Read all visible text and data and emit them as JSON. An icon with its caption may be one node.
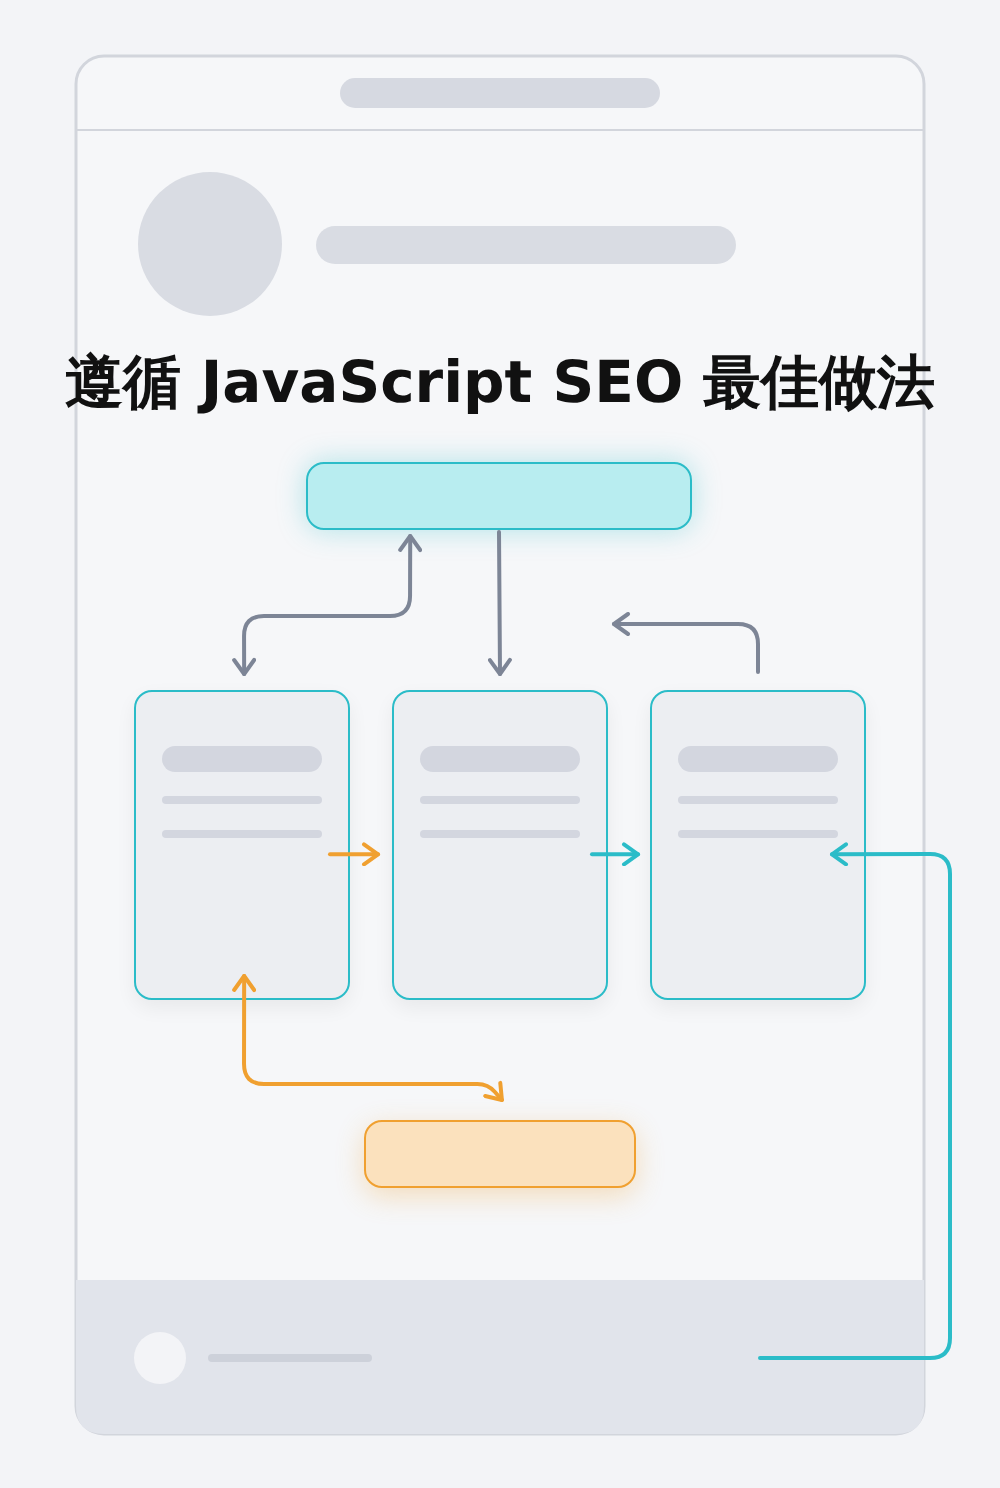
{
  "diagram": {
    "title": "遵循 JavaScript SEO 最佳做法",
    "nodes": [
      {
        "text": [],
        "shape": "box"
      },
      {
        "text": [],
        "shape": "box"
      },
      {
        "text": [],
        "shape": "box"
      },
      {
        "text": [],
        "shape": "box"
      },
      {
        "text": [],
        "shape": "box"
      }
    ],
    "edges": [
      {
        "from": 1,
        "to": 0,
        "arrow": "both",
        "color": "#7d8596"
      },
      {
        "from": 0,
        "to": 2,
        "arrow": "to",
        "color": "#7d8596"
      },
      {
        "from": 3,
        "to": null,
        "arrow": "to",
        "color": "#7d8596"
      },
      {
        "from": 1,
        "to": 2,
        "arrow": "to",
        "color": "#f0a030"
      },
      {
        "from": 2,
        "to": 3,
        "arrow": "to",
        "color": "#2bbcc8"
      },
      {
        "from": null,
        "to": 3,
        "arrow": "to",
        "color": "#2bbcc8"
      },
      {
        "from": 1,
        "to": 4,
        "arrow": "both",
        "color": "#f0a030"
      }
    ]
  }
}
